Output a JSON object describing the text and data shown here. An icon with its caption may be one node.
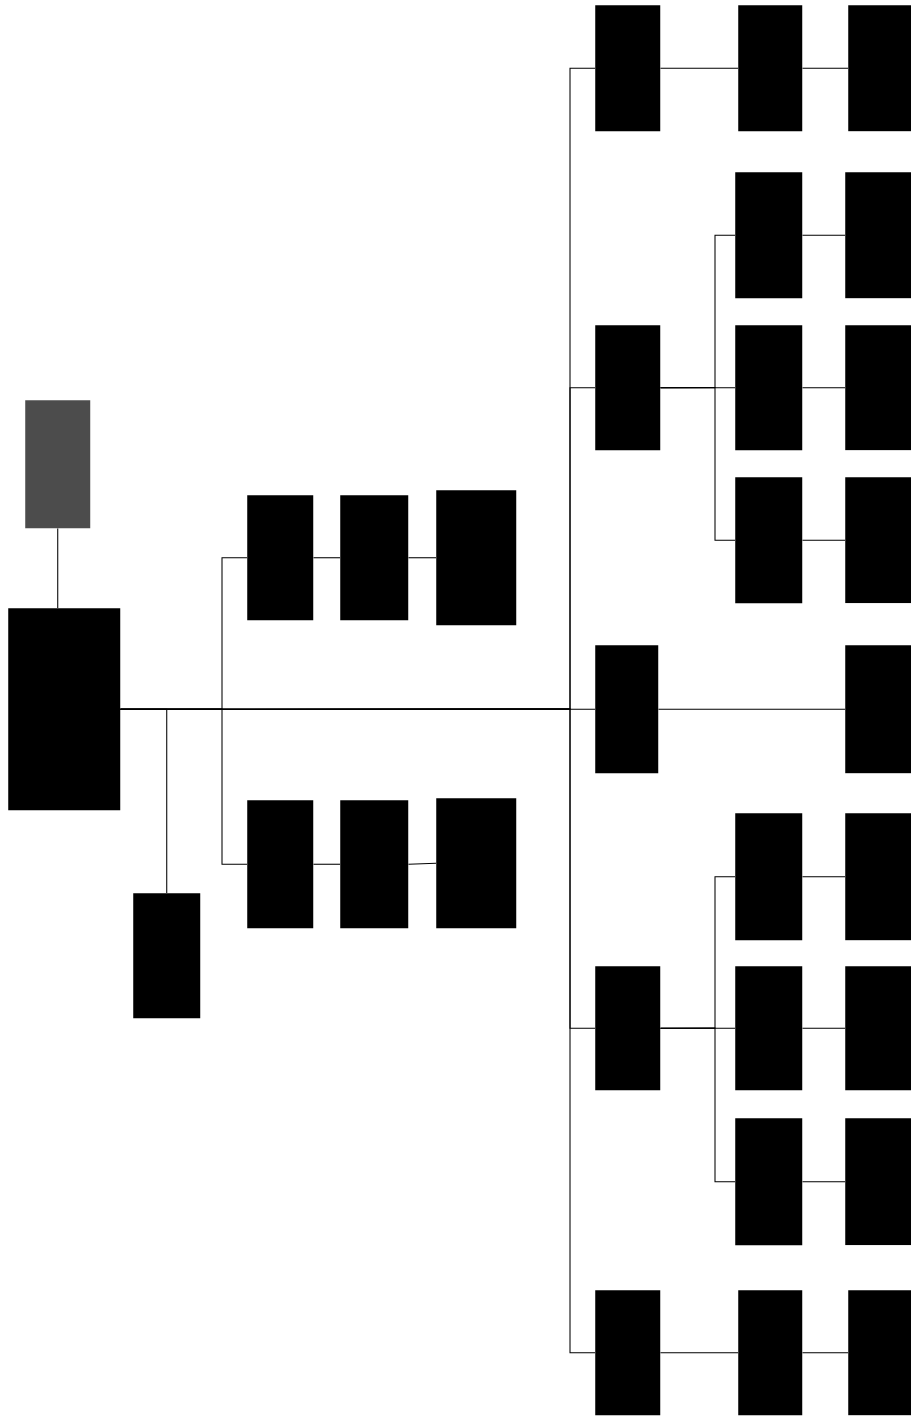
{
  "diagram": {
    "nodes": [
      {
        "text": [],
        "shape": "box"
      },
      {
        "text": [],
        "shape": "box"
      },
      {
        "text": [],
        "shape": "box"
      },
      {
        "text": [],
        "shape": "box"
      },
      {
        "text": [],
        "shape": "box"
      },
      {
        "text": [],
        "shape": "box"
      },
      {
        "text": [],
        "shape": "box"
      },
      {
        "text": [],
        "shape": "box"
      },
      {
        "text": [],
        "shape": "box"
      },
      {
        "text": [],
        "shape": "box"
      },
      {
        "text": [],
        "shape": "box"
      },
      {
        "text": [],
        "shape": "box"
      },
      {
        "text": [],
        "shape": "box"
      },
      {
        "text": [],
        "shape": "box"
      },
      {
        "text": [],
        "shape": "box"
      },
      {
        "text": [],
        "shape": "box"
      },
      {
        "text": [],
        "shape": "box"
      },
      {
        "text": [],
        "shape": "box"
      },
      {
        "text": [],
        "shape": "box"
      },
      {
        "text": [],
        "shape": "box"
      },
      {
        "text": [],
        "shape": "box"
      },
      {
        "text": [],
        "shape": "box"
      },
      {
        "text": [],
        "shape": "box"
      },
      {
        "text": [],
        "shape": "box"
      },
      {
        "text": [],
        "shape": "box"
      },
      {
        "text": [],
        "shape": "box"
      },
      {
        "text": [],
        "shape": "box"
      },
      {
        "text": [],
        "shape": "box"
      },
      {
        "text": [],
        "shape": "box"
      },
      {
        "text": [],
        "shape": "box"
      },
      {
        "text": [],
        "shape": "box"
      }
    ],
    "edges": [
      {
        "from": 0,
        "to": 1,
        "arrow": "none"
      },
      {
        "from": 1,
        "to": 2,
        "arrow": "none"
      },
      {
        "from": 1,
        "to": 3,
        "arrow": "none"
      },
      {
        "from": 3,
        "to": 4,
        "arrow": "none"
      },
      {
        "from": 4,
        "to": 5,
        "arrow": "none"
      },
      {
        "from": 1,
        "to": 6,
        "arrow": "none"
      },
      {
        "from": 6,
        "to": 7,
        "arrow": "none"
      },
      {
        "from": 7,
        "to": 8,
        "arrow": "none"
      },
      {
        "from": 1,
        "to": 9,
        "arrow": "none"
      },
      {
        "from": 9,
        "to": 10,
        "arrow": "none"
      },
      {
        "from": 10,
        "to": 11,
        "arrow": "none"
      },
      {
        "from": 1,
        "to": 14,
        "arrow": "none"
      },
      {
        "from": 14,
        "to": 12,
        "arrow": "none"
      },
      {
        "from": 12,
        "to": 13,
        "arrow": "none"
      },
      {
        "from": 14,
        "to": 15,
        "arrow": "none"
      },
      {
        "from": 15,
        "to": 16,
        "arrow": "none"
      },
      {
        "from": 14,
        "to": 17,
        "arrow": "none"
      },
      {
        "from": 17,
        "to": 18,
        "arrow": "none"
      },
      {
        "from": 1,
        "to": 19,
        "arrow": "none"
      },
      {
        "from": 19,
        "to": 20,
        "arrow": "none"
      },
      {
        "from": 1,
        "to": 23,
        "arrow": "none"
      },
      {
        "from": 23,
        "to": 21,
        "arrow": "none"
      },
      {
        "from": 21,
        "to": 22,
        "arrow": "none"
      },
      {
        "from": 23,
        "to": 24,
        "arrow": "none"
      },
      {
        "from": 24,
        "to": 25,
        "arrow": "none"
      },
      {
        "from": 23,
        "to": 26,
        "arrow": "none"
      },
      {
        "from": 26,
        "to": 27,
        "arrow": "none"
      },
      {
        "from": 1,
        "to": 28,
        "arrow": "none"
      },
      {
        "from": 28,
        "to": 29,
        "arrow": "none"
      },
      {
        "from": 29,
        "to": 30,
        "arrow": "none"
      }
    ]
  }
}
